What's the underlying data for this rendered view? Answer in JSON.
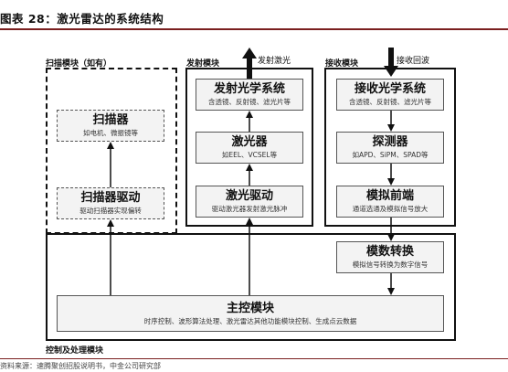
{
  "figure": {
    "title": "图表 28：激光雷达的系统结构"
  },
  "panels": {
    "scan": {
      "label": "扫描模块（如有）"
    },
    "emit": {
      "label": "发射模块"
    },
    "receive": {
      "label": "接收模块"
    },
    "control": {
      "label": "控制及处理模块"
    }
  },
  "external": {
    "emit_out": "发射激光",
    "receive_in": "接收回波"
  },
  "boxes": {
    "scanner": {
      "title": "扫描器",
      "sub": "如电机、微振镜等"
    },
    "scanner_driver": {
      "title": "扫描器驱动",
      "sub": "驱动扫描器实现偏转"
    },
    "emit_optics": {
      "title": "发射光学系统",
      "sub": "含透镜、反射镜、滤光片等"
    },
    "laser": {
      "title": "激光器",
      "sub": "如EEL、VCSEL等"
    },
    "laser_driver": {
      "title": "激光驱动",
      "sub": "驱动激光器发射激光脉冲"
    },
    "recv_optics": {
      "title": "接收光学系统",
      "sub": "含透镜、反射镜、滤光片等"
    },
    "detector": {
      "title": "探测器",
      "sub": "如APD、SiPM、SPAD等"
    },
    "analog_frontend": {
      "title": "模拟前端",
      "sub": "通道选通及模拟信号放大"
    },
    "adc": {
      "title": "模数转换",
      "sub": "模拟信号转换为数字信号"
    },
    "main_control": {
      "title": "主控模块",
      "sub": "时序控制、波形算法处理、激光雷达其他功能模块控制、生成点云数据"
    }
  },
  "footer": {
    "source": "资料来源：速腾聚创招股说明书，中金公司研究部"
  },
  "colors": {
    "rule": "#7a1f1f",
    "box_fill": "#f3f3f3",
    "line": "#111111"
  }
}
